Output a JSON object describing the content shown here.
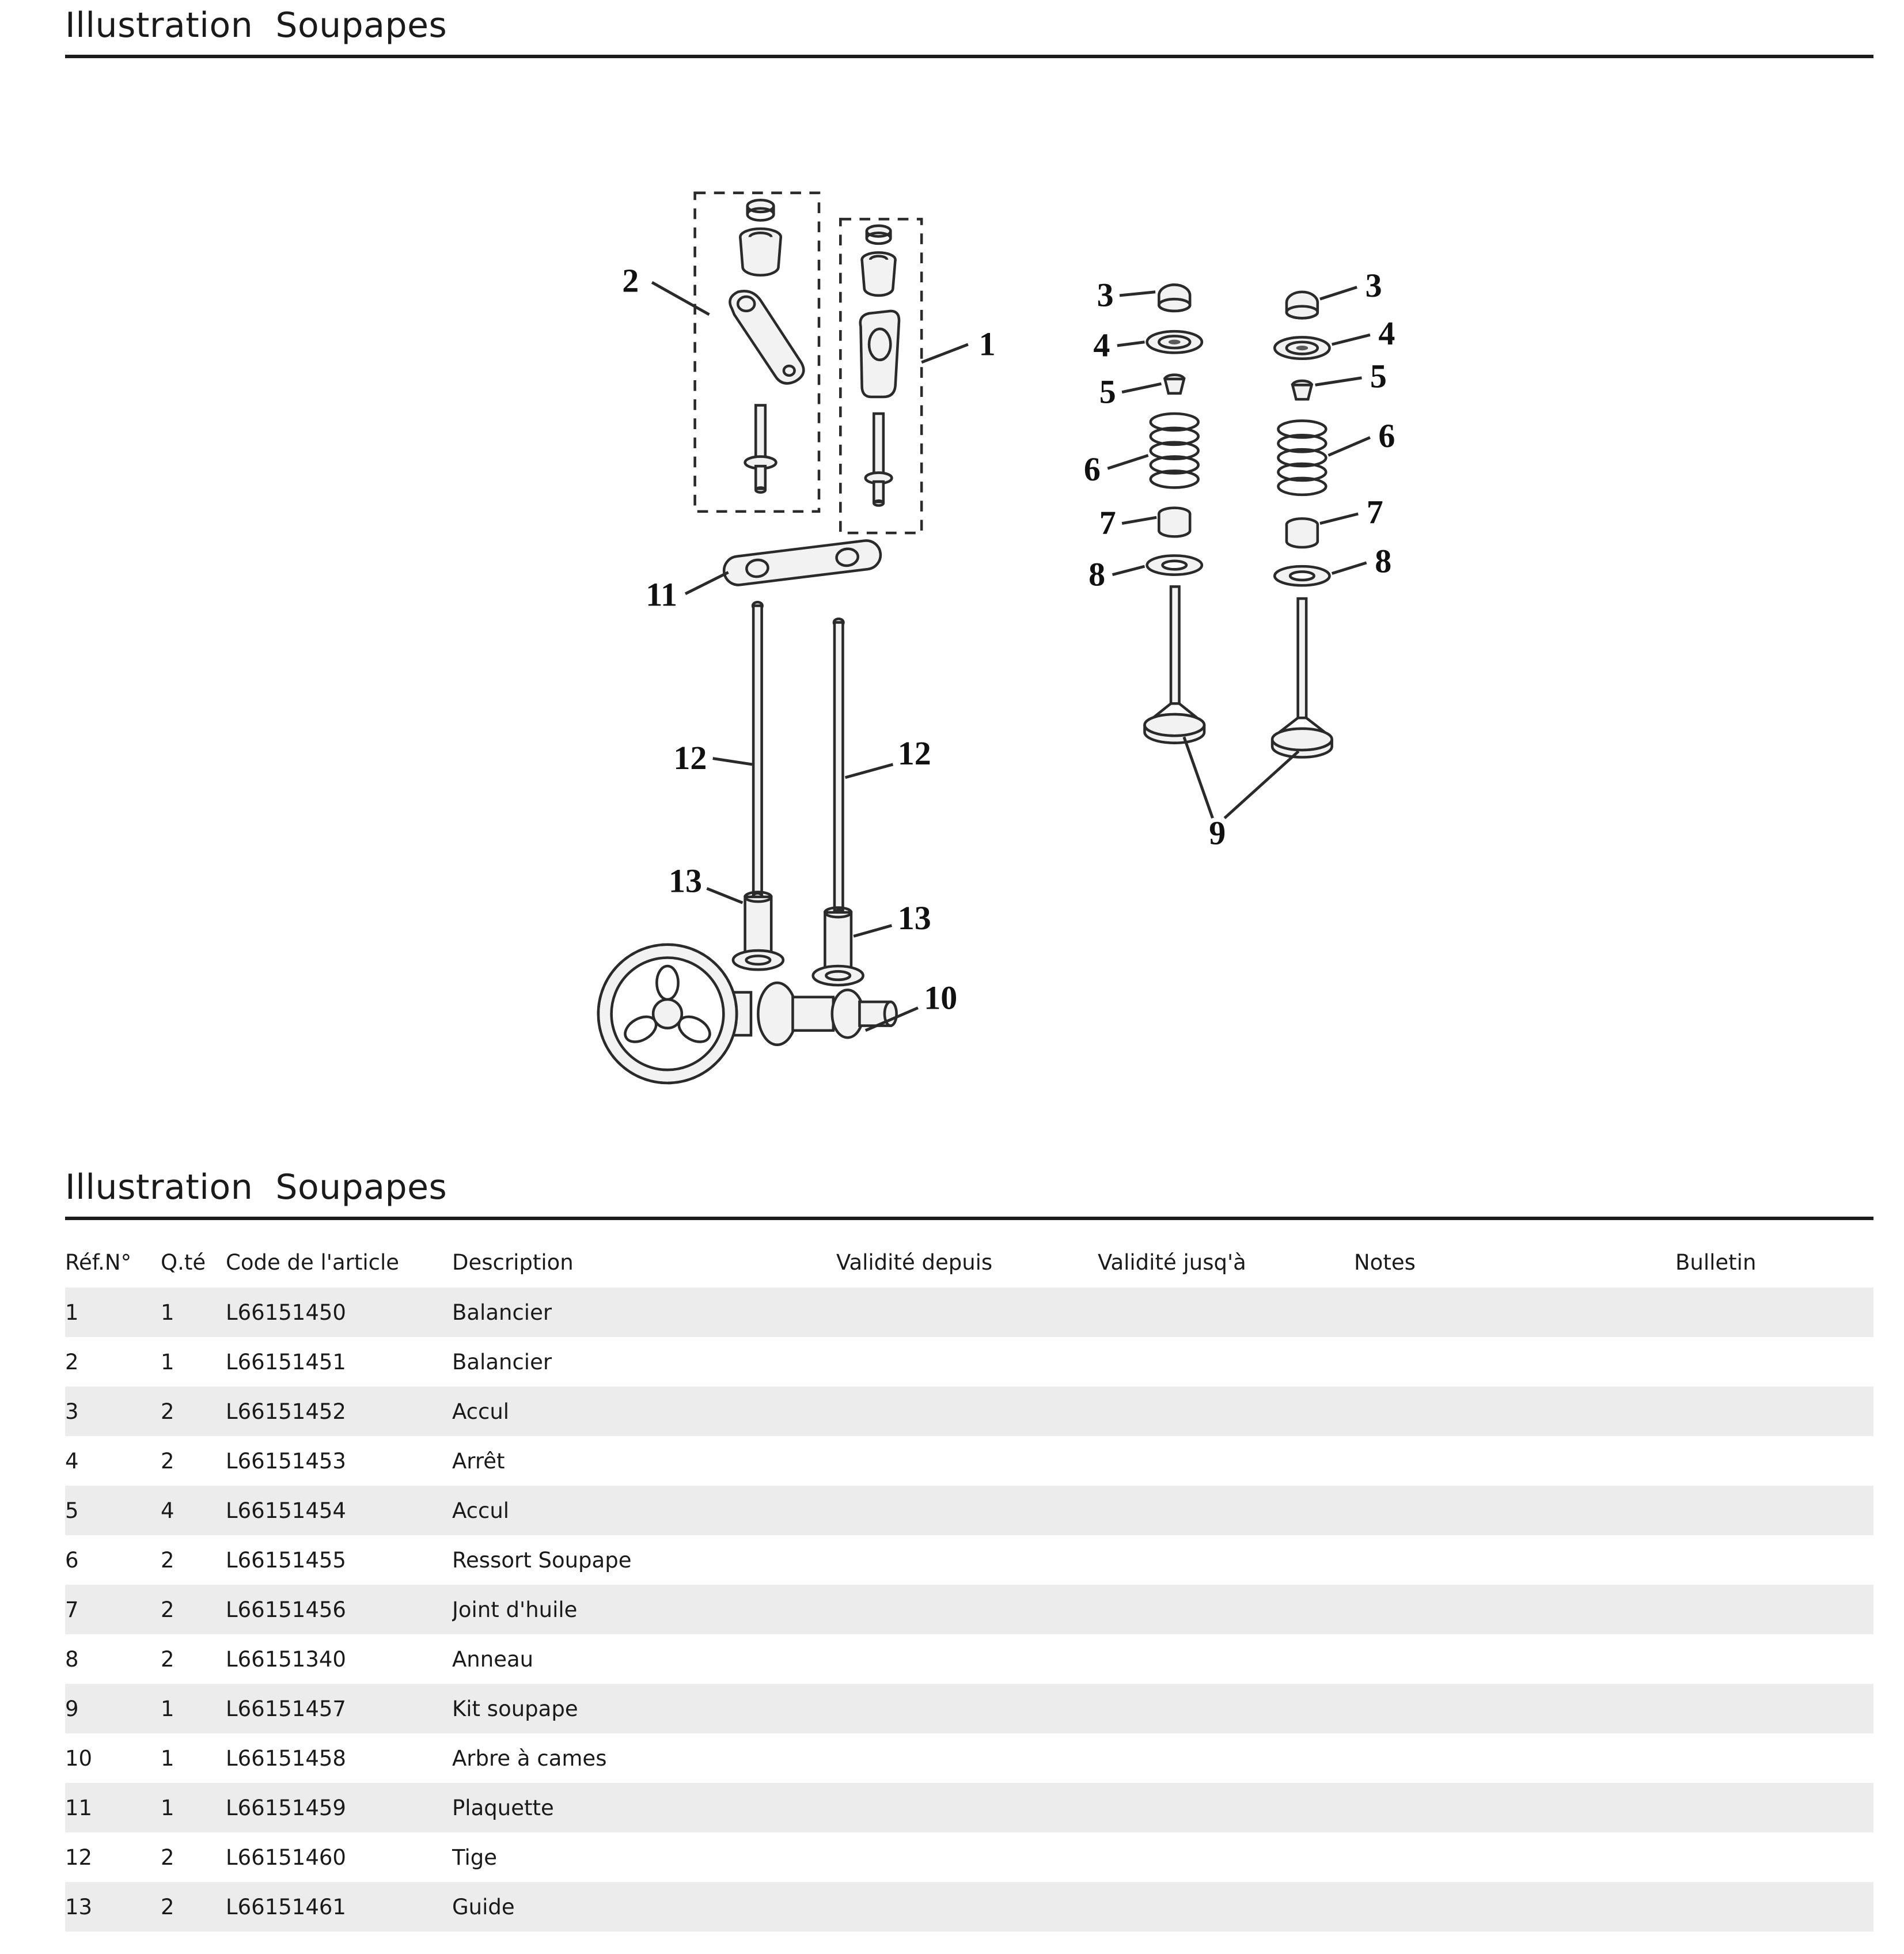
{
  "page": {
    "section1_title": "Illustration  Soupapes",
    "section2_title": "Illustration  Soupapes"
  },
  "diagram": {
    "callouts": [
      "2",
      "1",
      "11",
      "12",
      "12",
      "13",
      "13",
      "10",
      "3",
      "4",
      "5",
      "6",
      "7",
      "8",
      "3",
      "4",
      "5",
      "6",
      "7",
      "8",
      "9"
    ]
  },
  "table": {
    "headers": [
      "Réf.N°",
      "Q.té",
      "Code de l'article",
      "Description",
      "Validité depuis",
      "Validité jusq'à",
      "Notes",
      "Bulletin"
    ],
    "rows": [
      {
        "ref": "1",
        "qty": "1",
        "code": "L66151450",
        "desc": "Balancier"
      },
      {
        "ref": "2",
        "qty": "1",
        "code": "L66151451",
        "desc": "Balancier"
      },
      {
        "ref": "3",
        "qty": "2",
        "code": "L66151452",
        "desc": "Accul"
      },
      {
        "ref": "4",
        "qty": "2",
        "code": "L66151453",
        "desc": "Arrêt"
      },
      {
        "ref": "5",
        "qty": "4",
        "code": "L66151454",
        "desc": "Accul"
      },
      {
        "ref": "6",
        "qty": "2",
        "code": "L66151455",
        "desc": "Ressort Soupape"
      },
      {
        "ref": "7",
        "qty": "2",
        "code": "L66151456",
        "desc": "Joint d'huile"
      },
      {
        "ref": "8",
        "qty": "2",
        "code": "L66151340",
        "desc": "Anneau"
      },
      {
        "ref": "9",
        "qty": "1",
        "code": "L66151457",
        "desc": "Kit soupape"
      },
      {
        "ref": "10",
        "qty": "1",
        "code": "L66151458",
        "desc": "Arbre à cames"
      },
      {
        "ref": "11",
        "qty": "1",
        "code": "L66151459",
        "desc": "Plaquette"
      },
      {
        "ref": "12",
        "qty": "2",
        "code": "L66151460",
        "desc": "Tige"
      },
      {
        "ref": "13",
        "qty": "2",
        "code": "L66151461",
        "desc": "Guide"
      }
    ]
  }
}
